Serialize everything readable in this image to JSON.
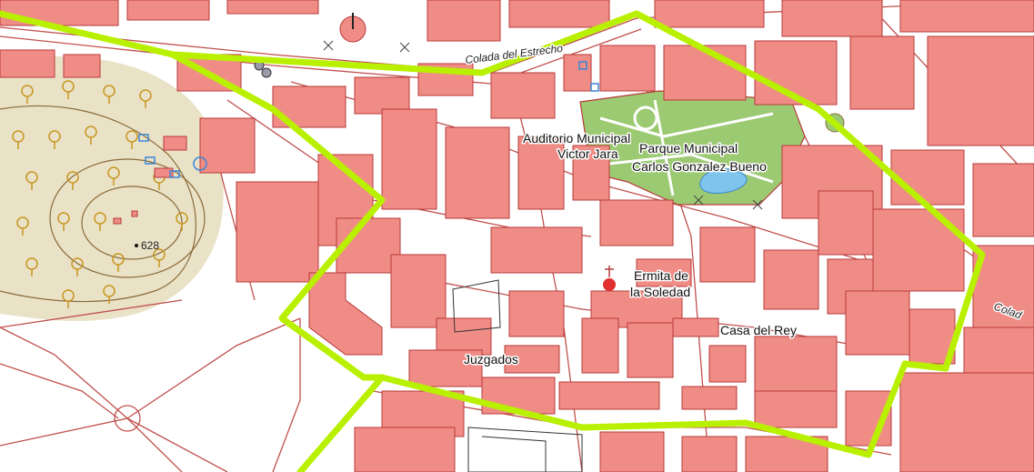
{
  "map": {
    "labels": {
      "auditorio_line1": "Auditorio Municipal",
      "auditorio_line2": "Victor Jara",
      "parque_line1": "Parque Municipal",
      "parque_line2": "Carlos Gonzalez Bueno",
      "ermita_line1": "Ermita de",
      "ermita_line2": "la Soledad",
      "casa_del_rey": "Casa del Rey",
      "juzgados": "Juzgados",
      "colada_del_estrecho": "Colada del Estrecho",
      "colada_right": "Colad"
    },
    "elevation": "628",
    "colors": {
      "building": "#f08c86",
      "building_outline": "#b83a3a",
      "street_line": "#c0504d",
      "park": "#9cca72",
      "hill": "#e9e2c7",
      "water": "#7fc4ea",
      "route": "#b8f000",
      "contour": "#8a6a3a",
      "tree": "#c8961e",
      "blue_marker": "#3a86d6"
    },
    "icons": [
      "tree-icon",
      "church-icon",
      "cross-icon",
      "gauge-icon"
    ]
  }
}
